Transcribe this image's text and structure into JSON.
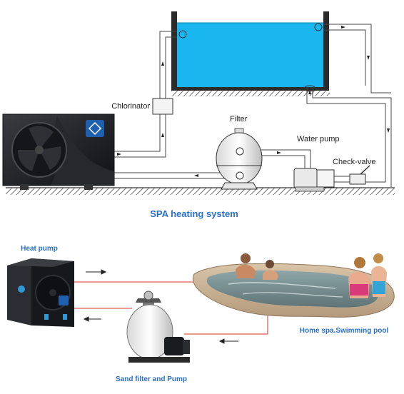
{
  "top_diagram": {
    "labels": {
      "chlorinator": "Chlorinator",
      "filter": "Filter",
      "water_pump": "Water pump",
      "check_valve": "Check-valve"
    },
    "title": "SPA heating system"
  },
  "bottom_diagram": {
    "labels": {
      "heat_pump": "Heat pump",
      "pool": "Home spa.Swimming pool",
      "sand_filter": "Sand filter  and Pump"
    }
  },
  "colors": {
    "water": "#1ab6ef",
    "title_blue": "#2a6fc9",
    "pipe_red": "#d9342b",
    "unit_dark": "#1d1e22",
    "logo_blue": "#1f5fb0"
  },
  "icons": [
    "fan-icon",
    "logo-icon",
    "arrow-icon"
  ]
}
